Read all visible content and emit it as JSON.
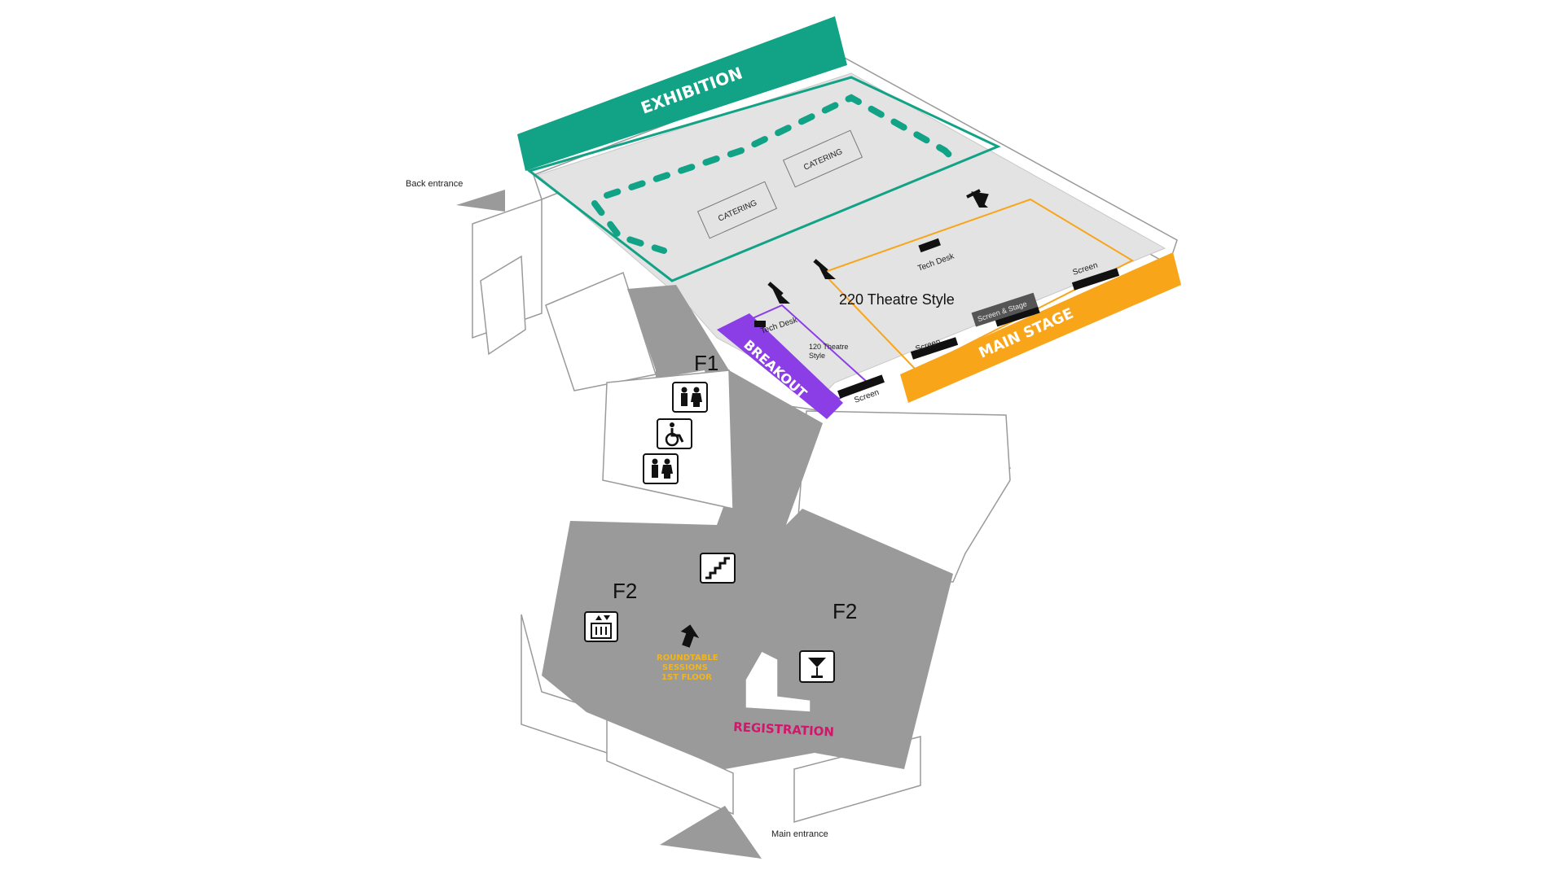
{
  "zones": {
    "exhibition": "EXHIBITION",
    "breakout": "BREAKOUT",
    "main_stage": "MAIN STAGE",
    "registration": "REGISTRATION"
  },
  "labels": {
    "catering_1": "CATERING",
    "catering_2": "CATERING",
    "tech_desk_main": "Tech Desk",
    "tech_desk_breakout": "Tech Desk",
    "theatre_main": "220 Theatre Style",
    "theatre_breakout_line1": "120 Theatre",
    "theatre_breakout_line2": "Style",
    "screen_breakout": "Screen",
    "screen_main_left": "Screen",
    "screen_main_right": "Screen",
    "screen_and_stage": "Screen & Stage",
    "roundtable_line1": "ROUNDTABLE",
    "roundtable_line2": "SESSIONS",
    "roundtable_line3": "1ST FLOOR"
  },
  "floors": {
    "f1": "F1",
    "f2_left": "F2",
    "f2_right": "F2"
  },
  "entrances": {
    "back": "Back entrance",
    "main": "Main entrance"
  },
  "icons": [
    "restroom-icon",
    "wheelchair-icon",
    "restroom-icon",
    "stairs-icon",
    "lift-icon",
    "bar-icon",
    "arrow-icon"
  ],
  "colors": {
    "exhibition": "#12a387",
    "breakout": "#8b3ee6",
    "main_stage": "#f8a51a",
    "registration": "#d1166b",
    "roundtable": "#f2b51b",
    "corridor": "#9a9a9a",
    "hall_floor": "#e3e3e3"
  }
}
